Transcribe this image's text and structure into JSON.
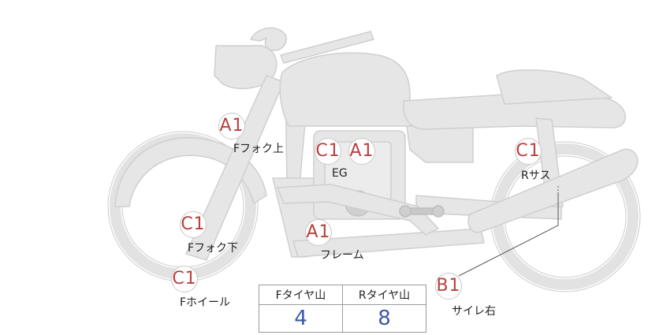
{
  "markers": [
    {
      "id": "f-fork-upper",
      "grade": "A1",
      "part": "Fフォク上"
    },
    {
      "id": "eg",
      "grade1": "C1",
      "grade2": "A1",
      "part": "EG"
    },
    {
      "id": "r-sus",
      "grade": "C1",
      "part": "Rサス"
    },
    {
      "id": "f-fork-lower",
      "grade": "C1",
      "part": "Fフォク下"
    },
    {
      "id": "frame",
      "grade": "A1",
      "part": "フレーム"
    },
    {
      "id": "f-wheel",
      "grade": "C1",
      "part": "Fホイール"
    },
    {
      "id": "muffler-right",
      "grade": "B1",
      "part": "サイレ右"
    }
  ],
  "tire_table": {
    "headers": [
      "Fタイヤ山",
      "Rタイヤ山"
    ],
    "values": [
      "4",
      "8"
    ]
  },
  "colors": {
    "body_fill": "#e6e6e6",
    "body_stroke": "#cfcfcf",
    "grade_text": "#b8413f",
    "value_text": "#3a5aa8"
  }
}
